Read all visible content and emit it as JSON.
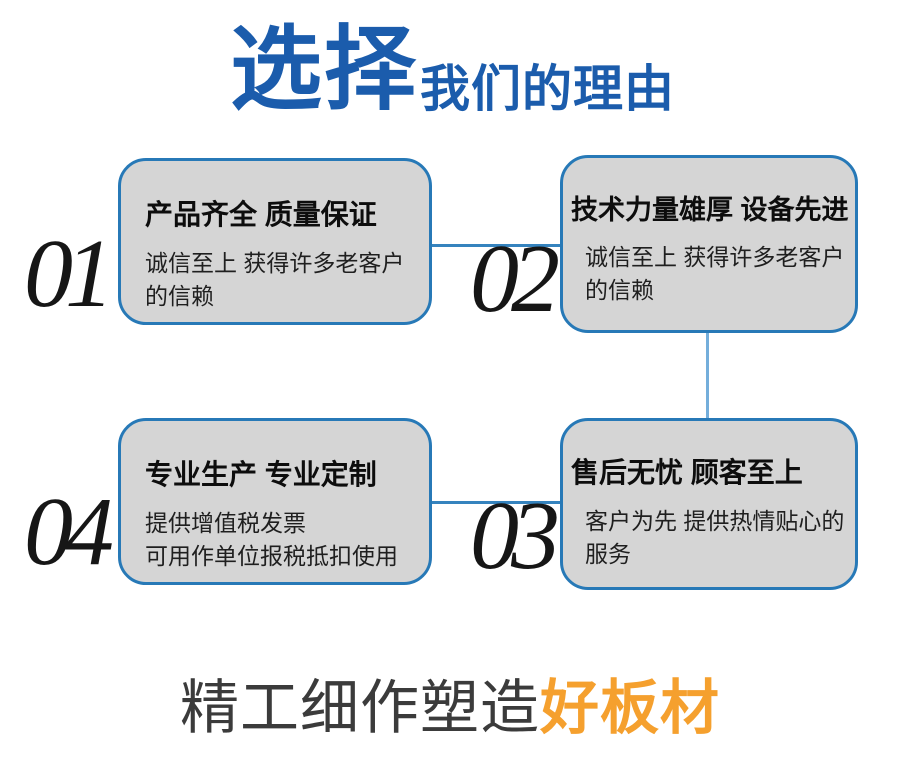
{
  "header": {
    "title_main": "选择",
    "title_sub": "我们的理由"
  },
  "cards": [
    {
      "number": "01",
      "title": "产品齐全 质量保证",
      "body_lines": [
        "诚信至上 获得许多老客户",
        "的信赖"
      ]
    },
    {
      "number": "02",
      "title": "技术力量雄厚 设备先进",
      "body_lines": [
        "诚信至上 获得许多老客户",
        "的信赖"
      ]
    },
    {
      "number": "03",
      "title": "售后无忧 顾客至上",
      "body_lines": [
        "客户为先 提供热情贴心的",
        "服务"
      ]
    },
    {
      "number": "04",
      "title": "专业生产 专业定制",
      "body_lines": [
        "提供增值税发票",
        "可用作单位报税抵扣使用"
      ]
    }
  ],
  "footer": {
    "text_dark": "精工细作塑造",
    "text_accent": "好板材"
  },
  "colors": {
    "title_blue": "#1b5cac",
    "card_border_blue": "#2779b7",
    "card_fill_gray": "#d5d5d5",
    "connector_blue": "#3583be",
    "connector_light_blue": "#74aedb",
    "number_black": "#161616",
    "footer_dark": "#3b3b3b",
    "footer_orange": "#f5a02e"
  }
}
